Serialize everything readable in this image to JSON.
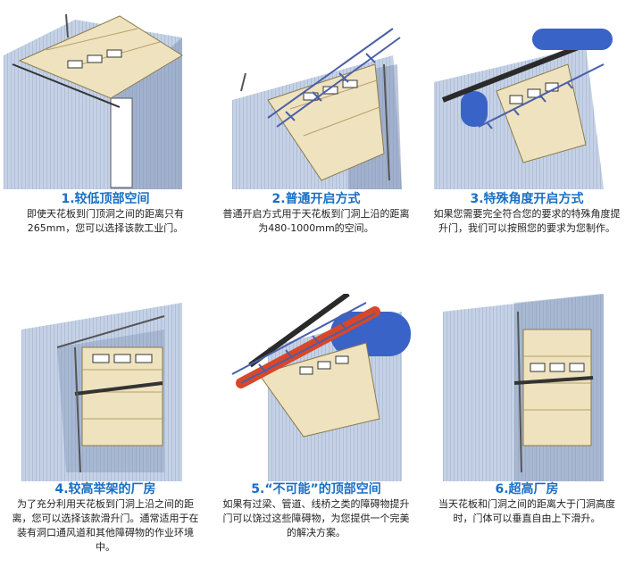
{
  "panels": [
    {
      "number": "1.",
      "title": "较低顶部空间",
      "desc": "即使天花板到门顶洞之间的距离只有265mm，您可以选择该款工业门。"
    },
    {
      "number": "2.",
      "title": "普通开启方式",
      "desc": "普通开启方式用于天花板到门洞上沿的距离为480-1000mm的空间。"
    },
    {
      "number": "3.",
      "title": "特殊角度开启方式",
      "desc": "如果您需要完全符合您的要求的特殊角度提升门，我们可以按照您的要求为您制作。"
    },
    {
      "number": "4.",
      "title": "较高举架的厂房",
      "desc": "为了充分利用天花板到门洞上沿之间的距离，您可以选择该款滑升门。通常适用于在装有洞口通风道和其他障碍物的作业环境中。"
    },
    {
      "number": "5.",
      "title": "“不可能”的顶部空间",
      "desc": "如果有过梁、管道、线桥之类的障碍物提升门可以饶过这些障碍物，为您提供一个完美的解决方案。"
    },
    {
      "number": "6.",
      "title": "超高厂房",
      "desc": "当天花板和门洞之间的距离大于门洞高度时，门体可以垂直自由上下滑升。"
    }
  ],
  "colors": {
    "title": "#1a6fc4",
    "wall": "#c5d2e6",
    "wall_shadow": "#7d90b4",
    "door": "#efe3bf",
    "door_line": "#b59f6a",
    "pipe_blue": "#3a63c7",
    "pipe_red": "#d8472a",
    "beam": "#2a2a2a",
    "ladder": "#4a5fa8"
  }
}
